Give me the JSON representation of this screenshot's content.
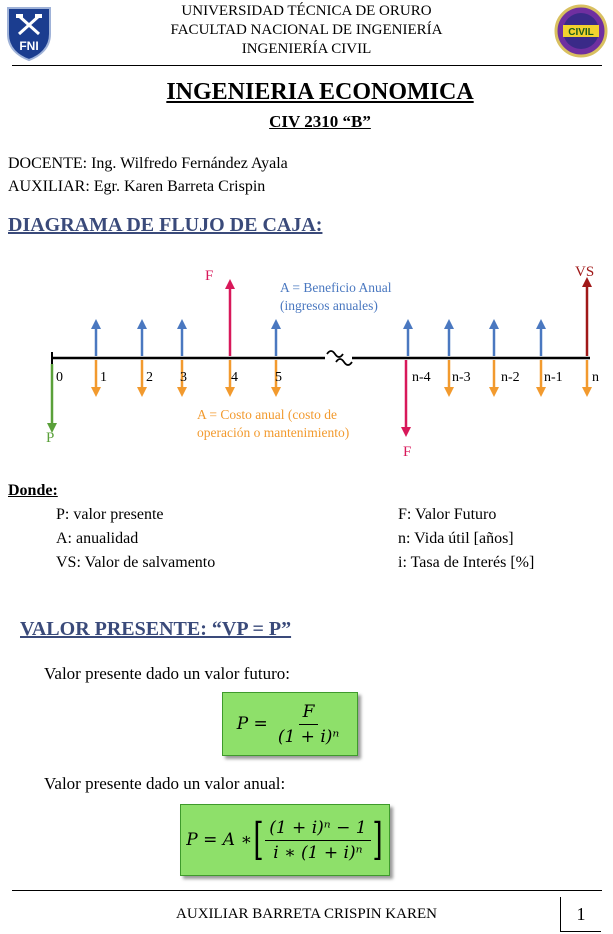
{
  "header": {
    "line1": "UNIVERSIDAD TÉCNICA DE ORURO",
    "line2": "FACULTAD NACIONAL DE INGENIERÍA",
    "line3": "INGENIERÍA CIVIL",
    "logo_left_text": "FNI",
    "logo_right_text": "CIVIL"
  },
  "title": "INGENIERIA ECONOMICA",
  "subtitle": "CIV 2310 “B”",
  "docente": "DOCENTE: Ing. Wilfredo Fernández Ayala",
  "auxiliar": "AUXILIAR: Egr. Karen Barreta Crispin",
  "section1": "DIAGRAMA DE FLUJO DE CAJA:",
  "diagram": {
    "ticks": [
      "0",
      "1",
      "2",
      "3",
      "4",
      "5",
      "n-4",
      "n-3",
      "n-2",
      "n-1",
      "n"
    ],
    "label_F_top": "F",
    "label_F_bottom": "F",
    "label_VS": "VS",
    "label_P": "P",
    "benefit_line1": "A = Beneficio Anual",
    "benefit_line2": "(ingresos anuales)",
    "cost_line1": "A  =  Costo  anual  (costo  de",
    "cost_line2": "operación o mantenimiento)",
    "colors": {
      "benefit": "#4a78c0",
      "cost": "#f29a2e",
      "F": "#d8185a",
      "VS": "#a01818",
      "P": "#5aa03a",
      "axis": "#000000"
    }
  },
  "donde_label": "Donde:",
  "definitions": {
    "left": [
      "P: valor presente",
      "A: anualidad",
      "VS: Valor de salvamento"
    ],
    "right": [
      "F: Valor Futuro",
      "n: Vida útil [años]",
      "i: Tasa de Interés [%]"
    ]
  },
  "section2": "VALOR PRESENTE: “VP = P”",
  "intro1": "Valor presente dado un valor futuro:",
  "intro2": "Valor presente dado un valor anual:",
  "formula1": {
    "lhs": "P =",
    "num": "F",
    "den": "(1 + i)ⁿ"
  },
  "formula2": {
    "lhs": "P = A ∗",
    "num": "(1 + i)ⁿ − 1",
    "den": "i ∗ (1 + i)ⁿ"
  },
  "footer": "AUXILIAR BARRETA CRISPIN KAREN",
  "page_number": "1"
}
